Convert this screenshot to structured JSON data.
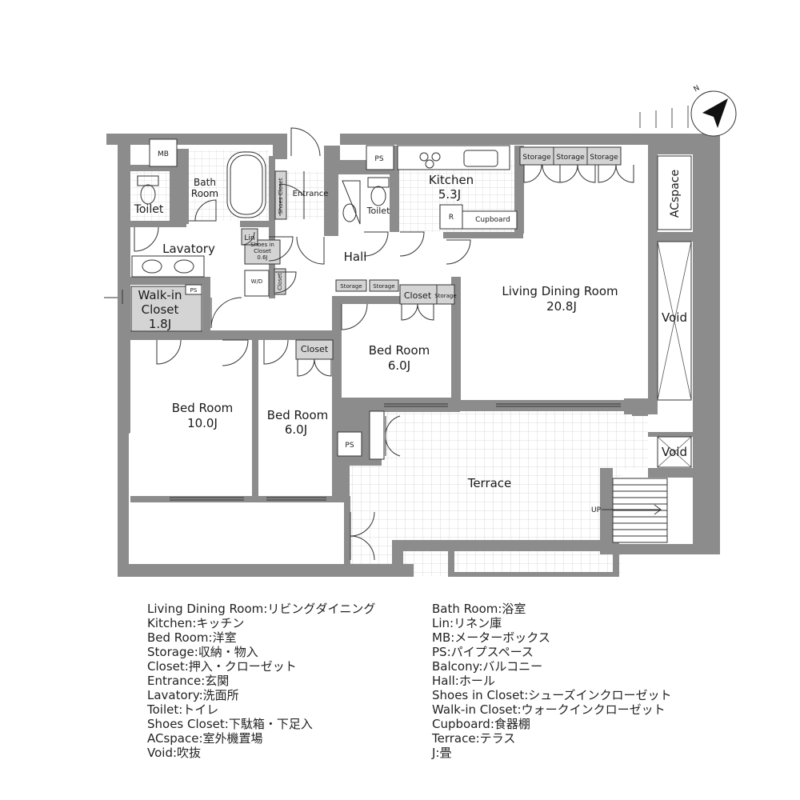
{
  "rooms": {
    "mb": "MB",
    "toilet1": "Toilet",
    "bath_l1": "Bath",
    "bath_l2": "Room",
    "shoes_closet": "Shoes Closet",
    "entrance": "Entrance",
    "toilet2": "Toilet",
    "ps_top": "PS",
    "kitchen": "Kitchen",
    "kitchen_size": "5.3J",
    "refrigerator": "R",
    "cupboard": "Cupboard",
    "storage_a": "Storage",
    "storage_b": "Storage",
    "storage_c": "Storage",
    "acspace": "ACspace",
    "lavatory": "Lavatory",
    "lin": "Lin",
    "shoes_in_closet_l1": "Shoes in",
    "shoes_in_closet_l2": "Closet",
    "shoes_in_closet_size": "0.6J",
    "wd": "W/D",
    "closet_small": "Closet",
    "hall": "Hall",
    "storage_d": "Storage",
    "storage_e": "Storage",
    "closet_bed3": "Closet",
    "storage_f": "Storage",
    "living": "Living Dining Room",
    "living_size": "20.8J",
    "void1": "Void",
    "walkin_l1": "Walk-in",
    "walkin_l2": "Closet",
    "walkin_size": "1.8J",
    "ps_walkin": "PS",
    "closet_bed2": "Closet",
    "bed3": "Bed Room",
    "bed3_size": "6.0J",
    "bed1": "Bed Room",
    "bed1_size": "10.0J",
    "bed2": "Bed Room",
    "bed2_size": "6.0J",
    "ps_terrace": "PS",
    "terrace": "Terrace",
    "void2": "Void",
    "up": "UP",
    "north": "N"
  },
  "legend_left": [
    "Living Dining Room:リビングダイニング",
    "Kitchen:キッチン",
    "Bed Room:洋室",
    "Storage:収納・物入",
    "Closet:押入・クローゼット",
    "Entrance:玄関",
    "Lavatory:洗面所",
    "Toilet:トイレ",
    "Shoes Closet:下駄箱・下足入",
    "ACspace:室外機置場",
    "Void:吹抜"
  ],
  "legend_right": [
    "Bath Room:浴室",
    "Lin:リネン庫",
    "MB:メーターボックス",
    "PS:パイプスペース",
    "Balcony:バルコニー",
    "Hall:ホール",
    "Shoes in Closet:シューズインクローゼット",
    "Walk-in Closet:ウォークインクローゼット",
    "Cupboard:食器棚",
    "Terrace:テラス",
    "J:畳"
  ],
  "colors": {
    "wall": "#8c8c8c",
    "storage_fill": "#d4d4d4",
    "tile_line": "#c8c8c8",
    "line": "#333333"
  }
}
